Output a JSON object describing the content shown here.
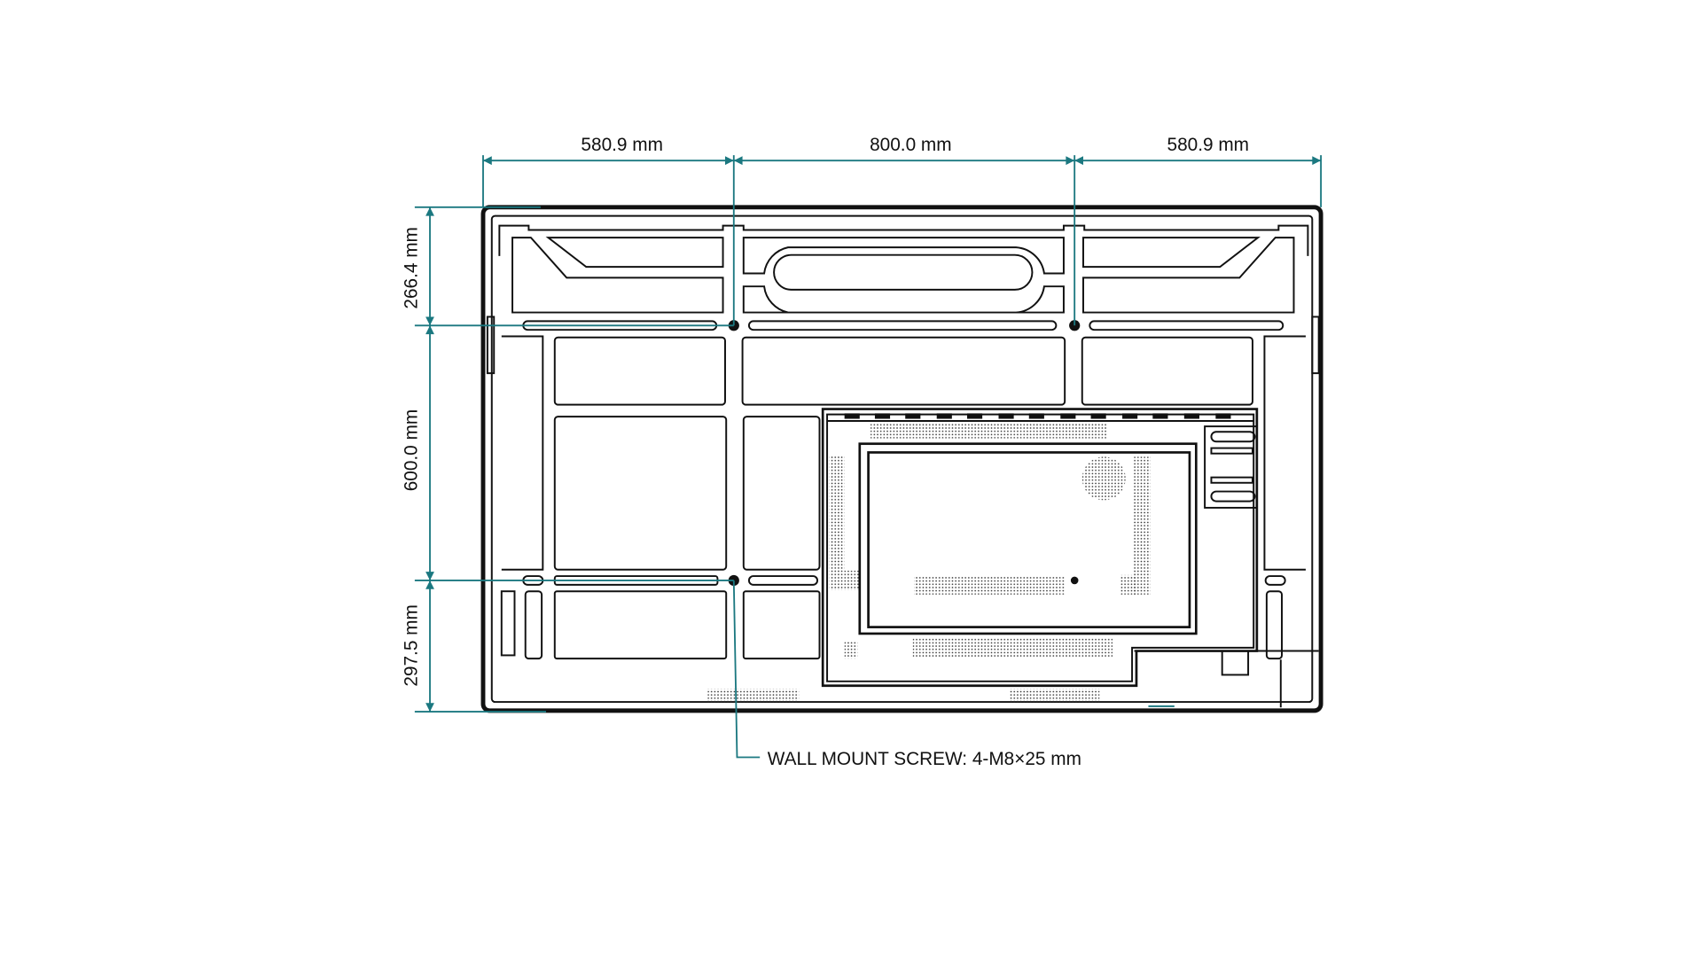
{
  "colors": {
    "dimension": "#1b7880",
    "outline": "#111111",
    "background": "#ffffff"
  },
  "dimensions": {
    "top": [
      "580.9 mm",
      "800.0 mm",
      "580.9 mm"
    ],
    "left": [
      "266.4 mm",
      "600.0 mm",
      "297.5 mm"
    ]
  },
  "callout": {
    "wall_mount_screw": "WALL MOUNT SCREW: 4-M8×25 mm"
  }
}
